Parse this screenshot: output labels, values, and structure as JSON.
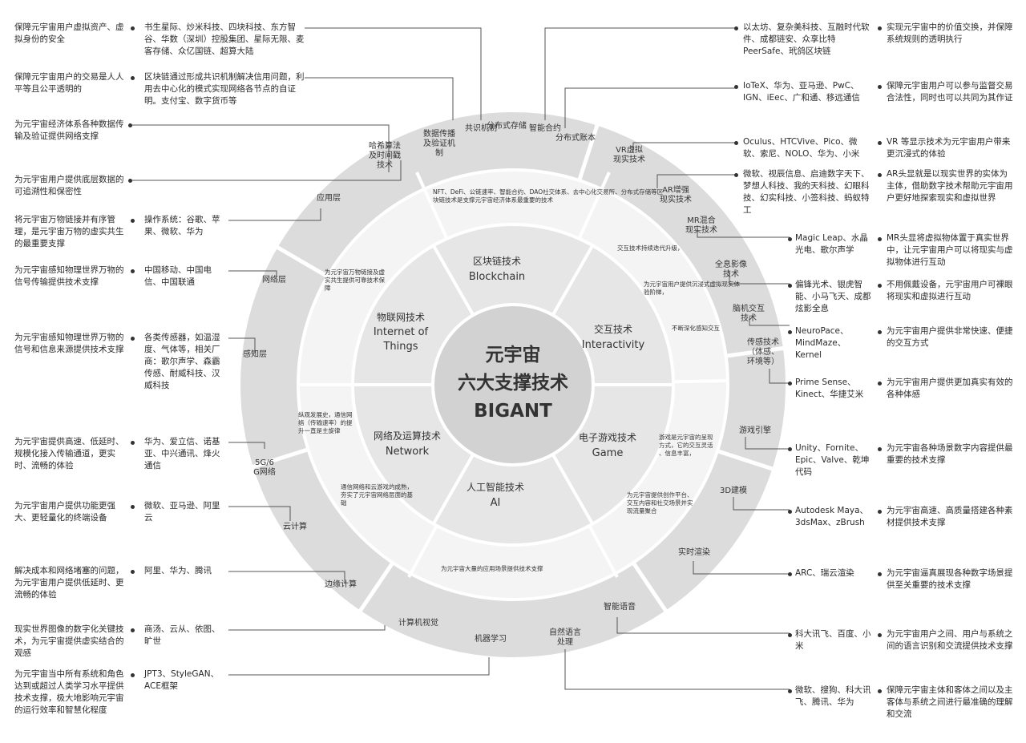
{
  "center": {
    "line1": "元宇宙",
    "line2": "六大支撑技术",
    "line3": "BIGANT"
  },
  "core_techs": [
    {
      "cn": "区块链技术",
      "en": "Blockchain"
    },
    {
      "cn": "交互技术",
      "en": "Interactivity"
    },
    {
      "cn": "电子游戏技术",
      "en": "Game"
    },
    {
      "cn": "人工智能技术",
      "en": "AI"
    },
    {
      "cn": "网络及运算技术",
      "en": "Network"
    },
    {
      "cn": "物联网技术",
      "en": "Internet of Things"
    }
  ],
  "inner_ring_notes": {
    "blockchain": "NFT、DeFi、公链速率、智能合约、DAO社交体系、去中心化交易所、分布式存储等区块链技术是支撑元宇宙经济体系最重要的技术",
    "interactivity_1": "交互技术持续迭代升级，",
    "interactivity_2": "为元宇宙用户提供沉浸式虚拟现实体验阶梯，",
    "interactivity_3": "不断深化感知交互",
    "game_1": "游戏是元宇宙的呈现方式，它的交互灵活、信息丰富，",
    "game_2": "为元宇宙提供创作平台、交互内容和社交场景并实现流量聚合",
    "ai": "为元宇宙大量的应用场景提供技术支撑",
    "network_1": "纵观发展史，通信网络（传输速率）的提升一直是主旋律",
    "network_2": "通信网络和云游戏的成熟，夯实了元宇宙网络层面的基础",
    "iot": "为元宇宙万物链接及虚实共生提供可靠技术保障"
  },
  "outer_segments": [
    "哈希算法及时间戳技术",
    "数据传播及验证机制",
    "共识机制",
    "分布式存储",
    "智能合约",
    "分布式账本",
    "VR虚拟现实技术",
    "AR增强现实技术",
    "MR混合现实技术",
    "全息影像技术",
    "脑机交互技术",
    "传感技术（体感、环境等）",
    "游戏引擎",
    "3D建模",
    "实时渲染",
    "智能语音",
    "自然语言处理",
    "机器学习",
    "计算机视觉",
    "边缘计算",
    "云计算",
    "5G/6G网络",
    "感知层",
    "网络层",
    "应用层"
  ],
  "left_rows": [
    {
      "purpose": "保障元宇宙用户虚拟资产、虚拟身份的安全",
      "companies": "书生星际、炒米科技、四块科技、东方智谷、华数（深圳）控股集团、星际无限、麦客存储、众亿国链、超算大陆"
    },
    {
      "purpose": "保障元宇宙用户的交易是人人平等且公平透明的",
      "companies": "区块链通过形成共识机制解决信用问题，利用去中心化的模式实现网络各节点的自证明。支付宝、数字货币等"
    },
    {
      "purpose": "为元宇宙经济体系各种数据传输及验证提供网络支撑",
      "companies": ""
    },
    {
      "purpose": "为元宇宙用户提供底层数据的可追溯性和保密性",
      "companies": ""
    },
    {
      "purpose": "将元宇宙万物链接并有序管理，是元宇宙万物的虚实共生的最重要支撑",
      "companies": "操作系统：谷歌、苹果、微软、华为"
    },
    {
      "purpose": "为元宇宙感知物理世界万物的信号传输提供技术支撑",
      "companies": "中国移动、中国电信、中国联通"
    },
    {
      "purpose": "为元宇宙感知物理世界万物的信号和信息来源提供技术支撑",
      "companies": "各类传感器，如温湿度、气体等，相关厂商：歌尔声学、森霸传感、耐威科技、汉威科技"
    },
    {
      "purpose": "为元宇宙提供高速、低延时、规模化接入传输通道，更实时、流畅的体验",
      "companies": "华为、爱立信、诺基亚、中兴通讯、烽火通信"
    },
    {
      "purpose": "为元宇宙用户提供功能更强大、更轻量化的终端设备",
      "companies": "微软、亚马逊、阿里云"
    },
    {
      "purpose": "解决成本和网络堵塞的问题，为元宇宙用户提供低延时、更流畅的体验",
      "companies": "阿里、华为、腾讯"
    },
    {
      "purpose": "现实世界图像的数字化关键技术，为元宇宙提供虚实结合的观感",
      "companies": "商汤、云从、依图、旷世"
    },
    {
      "purpose": "为元宇宙当中所有系统和角色达到或超过人类学习水平提供技术支撑，极大地影响元宇宙的运行效率和智慧化程度",
      "companies": "JPT3、StyleGAN、ACE框架"
    }
  ],
  "right_rows": [
    {
      "companies": "以太坊、复杂美科技、互融时代软件、成都链安、众享比特PeerSafe、玳鸽区块链",
      "purpose": "实现元宇宙中的价值交换，并保障系统规则的透明执行"
    },
    {
      "companies": "IoTeX、华为、亚马逊、PwC、IGN、iEec、广和通、移远通信",
      "purpose": "保障元宇宙用户可以参与监督交易合法性，同时也可以共同为其作证"
    },
    {
      "companies": "Oculus、HTCVive、Pico、微软、索尼、NOLO、华为、小米",
      "purpose": "VR 等显示技术为元宇宙用户带来更沉浸式的体验"
    },
    {
      "companies": "微软、视辰信息、启迪数字天下、梦想人科技、我的天科技、幻眼科技、幻实科技、小签科技、蚂蚁特工",
      "purpose": "AR头显就是以现实世界的实体为主体，借助数字技术帮助元宇宙用户更好地探索现实和虚拟世界"
    },
    {
      "companies": "Magic Leap、水晶光电、歌尔声学",
      "purpose": "MR头显将虚拟物体置于真实世界中，让元宇宙用户可以将现实与虚拟物体进行互动"
    },
    {
      "companies": "偏锋光术、银虎智能、小马飞天、成都炫影全息",
      "purpose": "不用佩戴设备，元宇宙用户可裸眼将现实和虚拟进行互动"
    },
    {
      "companies": "NeuroPace、MindMaze、Kernel",
      "purpose": "为元宇宙用户提供非常快速、便捷的交互方式"
    },
    {
      "companies": "Prime Sense、Kinect、华捷艾米",
      "purpose": "为元宇宙用户提供更加真实有效的各种体感"
    },
    {
      "companies": "Unity、Fornite、Epic、Valve、乾坤代码",
      "purpose": "为元宇宙各种场景数字内容提供最重要的技术支撑"
    },
    {
      "companies": "Autodesk Maya、3dsMax、zBrush",
      "purpose": "为元宇宙高速、高质量搭建各种素材提供技术支撑"
    },
    {
      "companies": "ARC、瑞云渲染",
      "purpose": "为元宇宙逼真展现各种数字场景提供至关重要的技术支撑"
    },
    {
      "companies": "科大讯飞、百度、小米",
      "purpose": "为元宇宙用户之间、用户与系统之间的语言识别和交流提供技术支撑"
    },
    {
      "companies": "微软、搜狗、科大讯飞、腾讯、华为",
      "purpose": "保障元宇宙主体和客体之间以及主客体与系统之间进行最准确的理解和交流"
    }
  ],
  "colors": {
    "ring_outer": "#dcdcdc",
    "ring_mid": "#f4f4f4",
    "ring_inner": "#e6e6e6",
    "center": "#d2d2d2",
    "line": "#555555",
    "text": "#2a2a2a"
  }
}
